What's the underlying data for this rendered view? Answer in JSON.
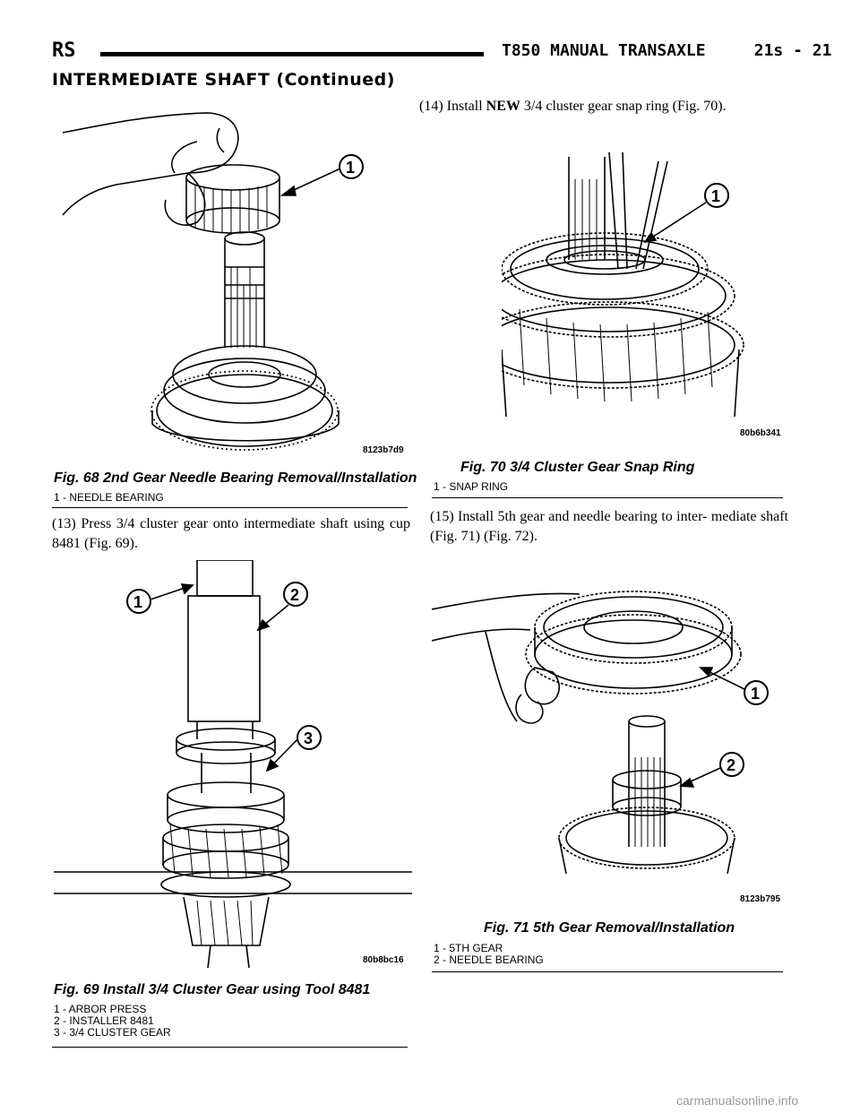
{
  "header": {
    "left": "RS",
    "right": "T850 MANUAL TRANSAXLE     21s - 21"
  },
  "section_title": "INTERMEDIATE SHAFT (Continued)",
  "figures": {
    "fig68": {
      "code": "8123b7d9",
      "title": "Fig. 68 2nd Gear Needle Bearing Removal/Installation",
      "callouts": [
        "1"
      ],
      "legend": [
        "1 - NEEDLE BEARING"
      ]
    },
    "fig69": {
      "code": "80b8bc16",
      "title": "Fig. 69 Install 3/4 Cluster Gear using Tool 8481",
      "callouts": [
        "1",
        "2",
        "3"
      ],
      "legend": [
        "1 - ARBOR PRESS",
        "2 - INSTALLER 8481",
        "3 - 3/4 CLUSTER GEAR"
      ]
    },
    "fig70": {
      "code": "80b6b341",
      "title": "Fig. 70 3/4 Cluster Gear Snap Ring",
      "callouts": [
        "1"
      ],
      "legend": [
        "1 - SNAP RING"
      ]
    },
    "fig71": {
      "code": "8123b795",
      "title": "Fig. 71 5th Gear Removal/Installation",
      "callouts": [
        "1",
        "2"
      ],
      "legend": [
        "1 - 5TH GEAR",
        "2 - NEEDLE BEARING"
      ]
    }
  },
  "steps": {
    "s13": "(13) Press 3/4 cluster gear onto intermediate shaft using cup 8481 (Fig. 69).",
    "s14_pre": "(14) Install ",
    "s14_bold": "NEW",
    "s14_post": " 3/4 cluster gear snap ring (Fig. 70).",
    "s15": "(15) Install 5th gear and needle bearing to inter- mediate shaft (Fig. 71) (Fig. 72)."
  },
  "watermark": "carmanualsonline.info"
}
